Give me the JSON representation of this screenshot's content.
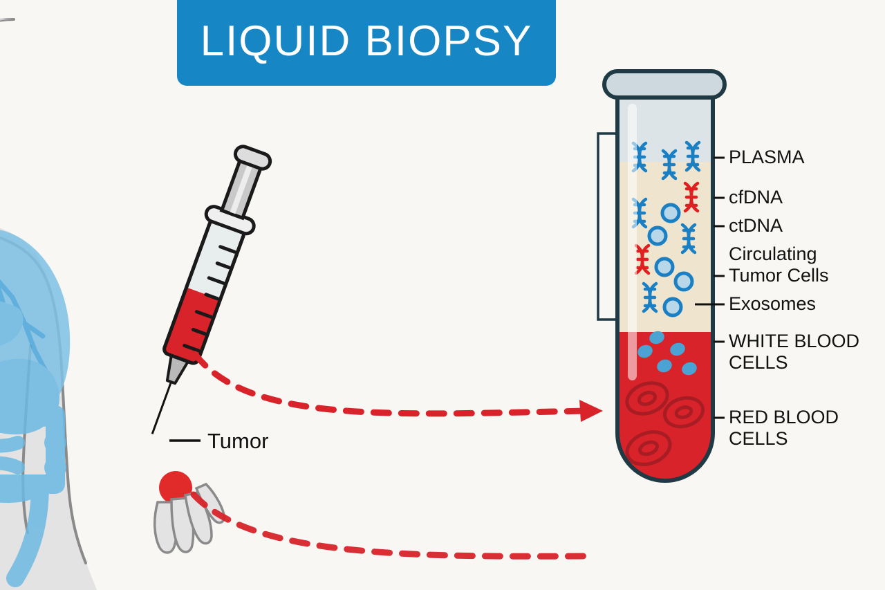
{
  "page": {
    "background_color": "#F8F7F3",
    "title": "LIQUID BIOPSY"
  },
  "banner": {
    "label": "LIQUID BIOPSY",
    "background_color": "#1686C4",
    "text_color": "#FFFFFF"
  },
  "body_diagram": {
    "name": "human-body-silhouette",
    "silhouette_color": "#E3E3E3",
    "outline_color": "#8A8A8A",
    "organ_color": "#6CB9E2",
    "organs": [
      "lungs",
      "trachea",
      "liver",
      "stomach",
      "small-intestine",
      "colon"
    ]
  },
  "syringe": {
    "name": "syringe",
    "barrel_color": "#E8EEEE",
    "blood_color": "#D8232A",
    "outline_color": "#1A1A1A"
  },
  "tumor": {
    "label": "Tumor",
    "dot_color": "#E12B2B"
  },
  "arrows": [
    {
      "name": "syringe-to-tube-arrow",
      "color": "#D8232A",
      "style": "dashed",
      "has_arrowhead": true
    },
    {
      "name": "tumor-to-tube-arrow",
      "color": "#D8232A",
      "style": "dashed",
      "has_arrowhead": false
    }
  ],
  "test_tube": {
    "name": "blood-collection-tube",
    "cap_color": "#CDD9DE",
    "outline_color": "#1F3A44",
    "air_color": "#DCE4E7",
    "plasma_color": "#EFE4CE",
    "blood_color": "#D8232A",
    "bracket_color": "#1F3A44",
    "layers": [
      {
        "name": "plasma-layer",
        "label": "PLASMA",
        "fill": "#EFE4CE"
      },
      {
        "name": "blood-layer",
        "label": "RED BLOOD CELLS",
        "fill": "#D8232A"
      }
    ],
    "contents": {
      "cfdna_color": "#1B7FC4",
      "ctdna_color": "#E02020",
      "exosome_ring_color": "#1B7FC4",
      "exosome_fill_color": "#B8D8EA",
      "white_blood_cell_color": "#4BA3D3",
      "red_blood_cell_color": "#A81D23"
    }
  },
  "labels": [
    {
      "name": "label-plasma",
      "text": "PLASMA",
      "line2": ""
    },
    {
      "name": "label-cfdna",
      "text": "cfDNA",
      "line2": ""
    },
    {
      "name": "label-ctdna",
      "text": "ctDNA",
      "line2": ""
    },
    {
      "name": "label-circulating-tumor-cells",
      "text": "Circulating",
      "line2": "Tumor Cells"
    },
    {
      "name": "label-exosomes",
      "text": "Exosomes",
      "line2": ""
    },
    {
      "name": "label-white-blood-cells",
      "text": "WHITE BLOOD",
      "line2": "CELLS"
    },
    {
      "name": "label-red-blood-cells",
      "text": "RED BLOOD",
      "line2": "CELLS"
    }
  ],
  "label_text": {
    "plasma": "PLASMA",
    "cfdna": "cfDNA",
    "ctdna": "ctDNA",
    "ctc_line1": "Circulating",
    "ctc_line2": "Tumor Cells",
    "exosomes": "Exosomes",
    "wbc_line1": "WHITE BLOOD",
    "wbc_line2": "CELLS",
    "rbc_line1": "RED BLOOD",
    "rbc_line2": "CELLS",
    "tumor": "Tumor"
  }
}
